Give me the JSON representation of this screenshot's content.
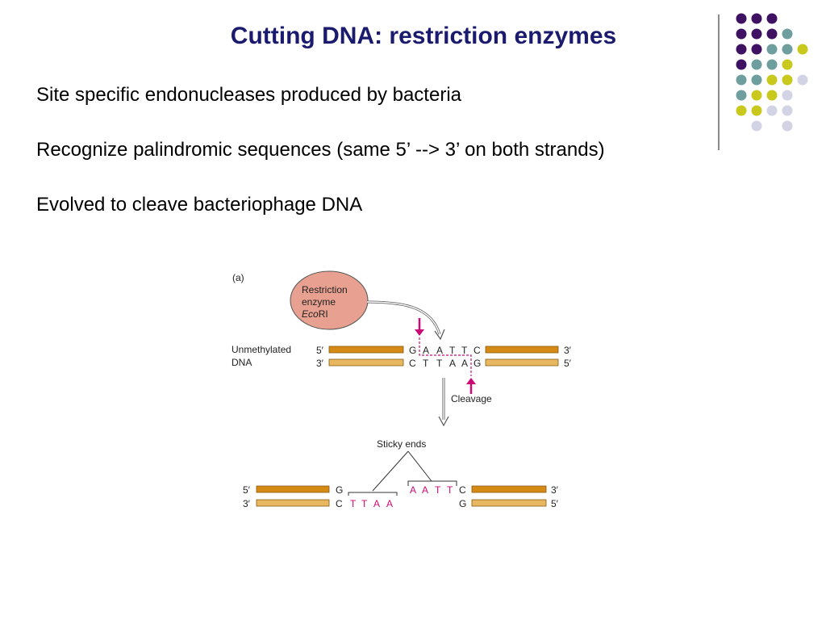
{
  "title": "Cutting DNA: restriction enzymes",
  "bullets": [
    "Site specific endonucleases produced by bacteria",
    "Recognize palindromic sequences (same 5’ --> 3’ on both strands)",
    "Evolved to cleave bacteriophage DNA"
  ],
  "colors": {
    "title": "#1a1a6e",
    "dot_purple": "#3f1163",
    "dot_teal": "#6f9e9e",
    "dot_yellow": "#c9c91d",
    "dot_lavender": "#d3d3e6",
    "enzyme_fill": "#e8a090",
    "strand_dark": "#d48a14",
    "strand_light": "#e8b860",
    "cleavage_pink": "#cc0a73"
  },
  "figure": {
    "panel_label": "(a)",
    "enzyme": {
      "line1": "Restriction",
      "line2": "enzyme",
      "name_italic": "Eco",
      "name_rest": "RI"
    },
    "dna_label_line1": "Unmethylated",
    "dna_label_line2": "DNA",
    "prime5": "5′",
    "prime3": "3′",
    "top_seq": [
      "G",
      "A",
      "A",
      "T",
      "T",
      "C"
    ],
    "bottom_seq": [
      "C",
      "T",
      "T",
      "A",
      "A",
      "G"
    ],
    "cleavage_label": "Cleavage",
    "sticky_label": "Sticky ends",
    "left_top_base": "G",
    "left_bottom_base": "C",
    "left_overhang": [
      "T",
      "T",
      "A",
      "A"
    ],
    "right_overhang": [
      "A",
      "A",
      "T",
      "T"
    ],
    "right_top_base": "C",
    "right_bottom_base": "G"
  }
}
